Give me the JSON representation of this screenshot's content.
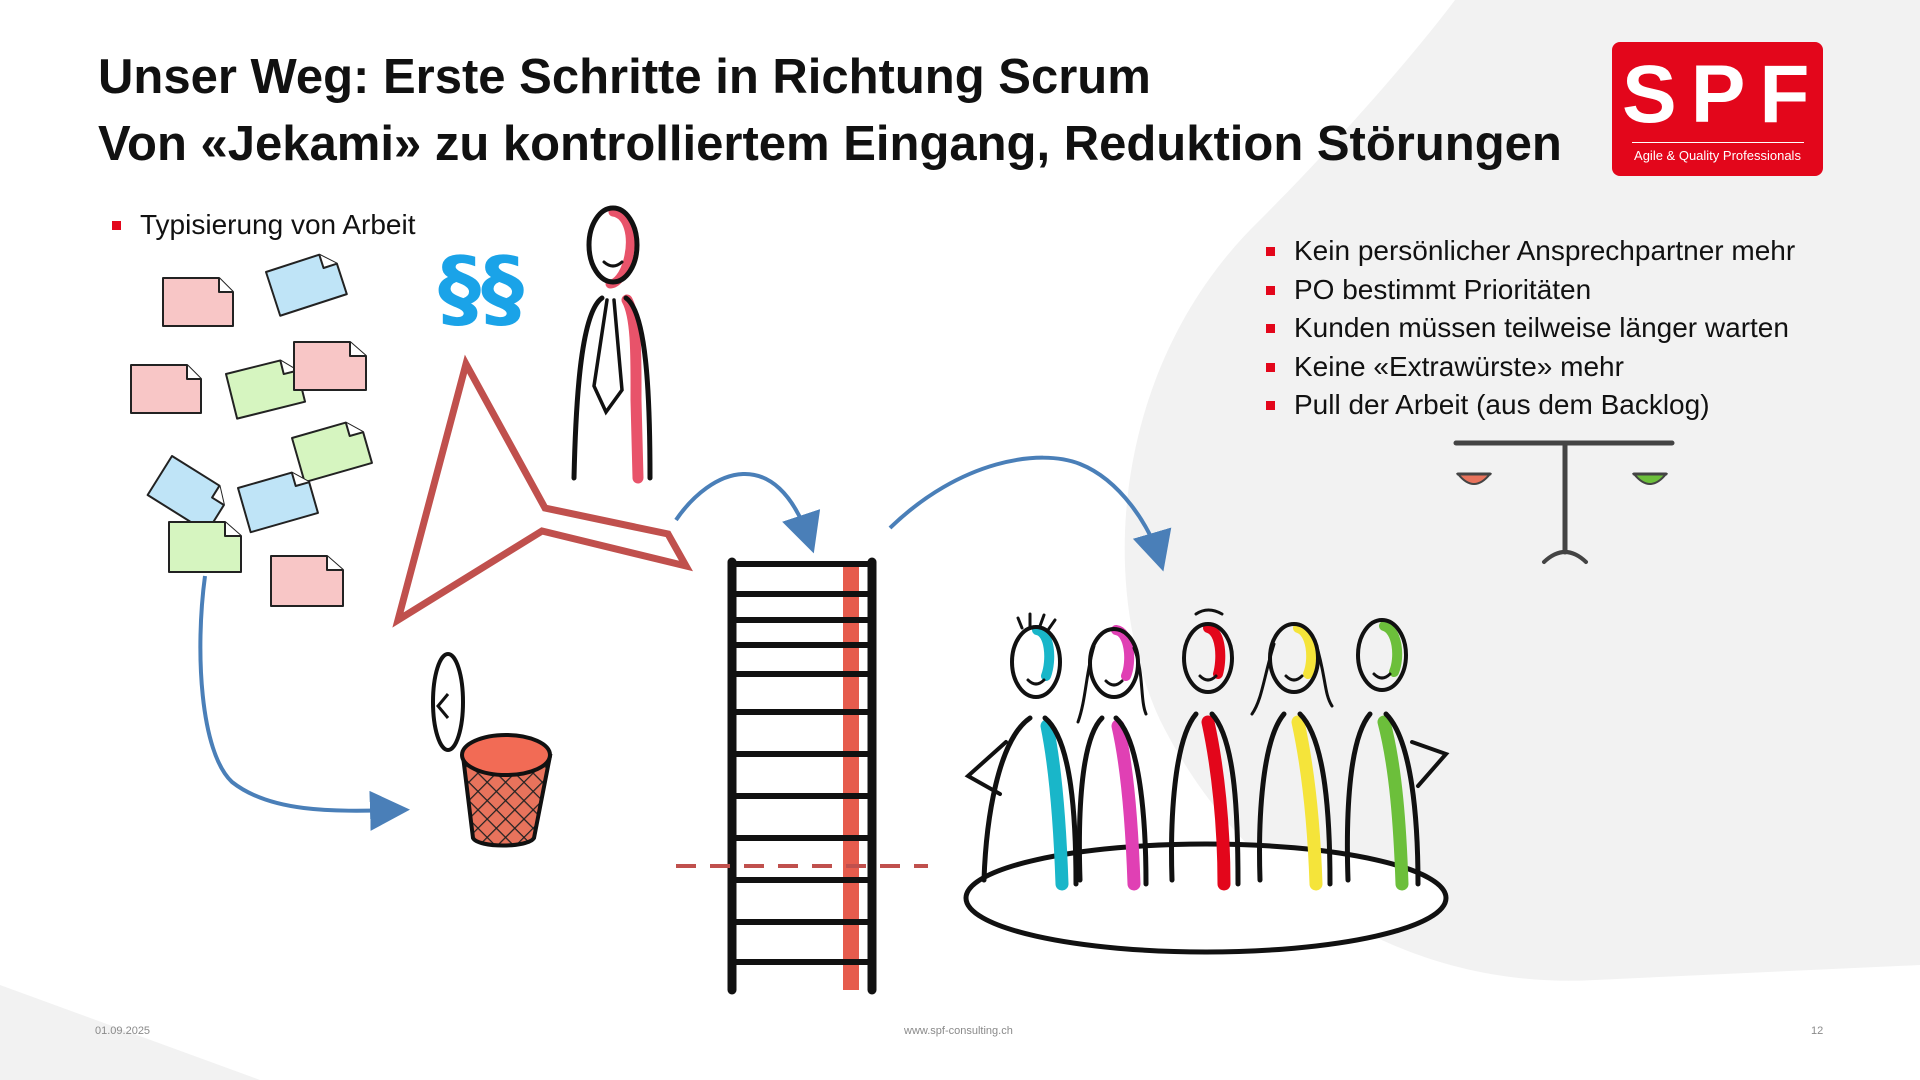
{
  "slide": {
    "title_line1": "Unser Weg: Erste Schritte in Richtung Scrum",
    "title_line2": "Von «Jekami» zu kontrolliertem Eingang, Reduktion Störungen"
  },
  "logo": {
    "mark": "SPF",
    "tagline": "Agile & Quality Professionals",
    "color": "#e3061b"
  },
  "left_bullets": [
    "Typisierung von Arbeit"
  ],
  "right_bullets": [
    "Kein persönlicher Ansprechpartner mehr",
    "PO bestimmt Prioritäten",
    "Kunden müssen teilweise länger warten",
    "Keine «Extrawürste» mehr",
    "Pull der Arbeit (aus dem Backlog)"
  ],
  "illustration": {
    "paragraph_symbol": "§§",
    "icons": [
      "sticky-notes-icon",
      "paragraph-icon",
      "product-owner-icon",
      "funnel-icon",
      "waste-basket-icon",
      "backlog-ladder-icon",
      "team-icon",
      "scale-icon"
    ],
    "colors": {
      "arrow": "#4a7fb8",
      "funnel": "#c0504d",
      "red_note": "#f8c6c6",
      "blue_note": "#bfe4f7",
      "green_note": "#d6f5c0",
      "paragraph": "#1aa3e8"
    },
    "team_colors": [
      "#19b6c9",
      "#e040b4",
      "#e3061b",
      "#f5e43a",
      "#6cbf3b"
    ]
  },
  "footer": {
    "date": "01.09.2025",
    "url": "www.spf-consulting.ch",
    "page": "12"
  }
}
